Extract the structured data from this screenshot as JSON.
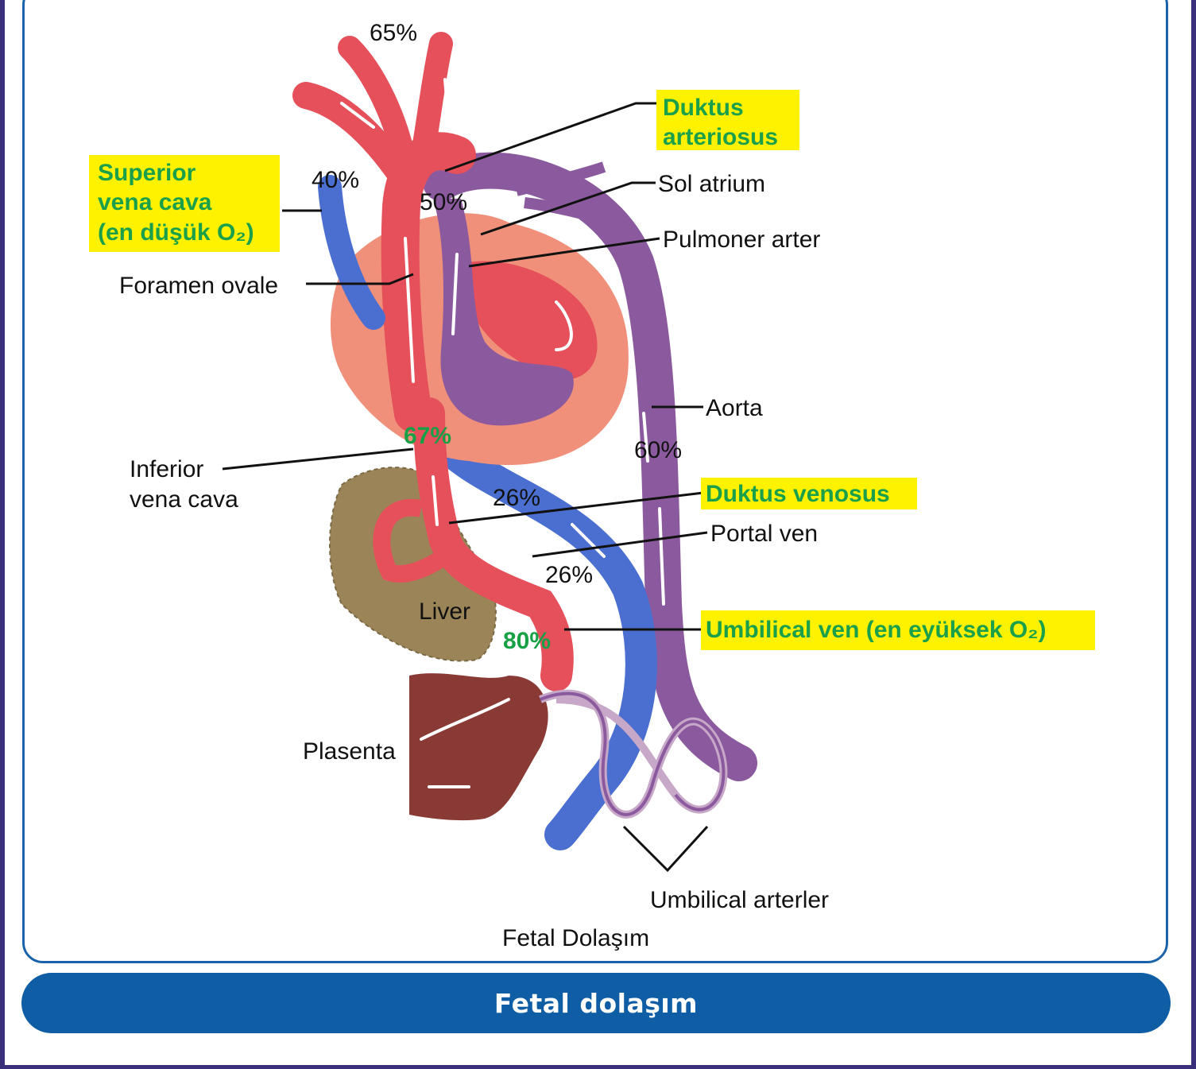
{
  "caption": "Fetal dolaşım",
  "diagram_title": "Fetal Dolaşım",
  "labels": {
    "superior_vena_cava": [
      "Superior",
      "vena cava",
      "(en düşük O₂)"
    ],
    "duktus_arteriosus": [
      "Duktus",
      "arteriosus"
    ],
    "sol_atrium": "Sol atrium",
    "pulmoner_arter": "Pulmoner arter",
    "foramen_ovale": "Foramen ovale",
    "aorta": "Aorta",
    "inferior_vena_cava": [
      "Inferior",
      "vena cava"
    ],
    "duktus_venosus": "Duktus venosus",
    "portal_ven": "Portal ven",
    "liver": "Liver",
    "umbilical_ven": "Umbilical ven (en eyüksek O₂)",
    "plasenta": "Plasenta",
    "umbilical_arterler": "Umbilical arterler"
  },
  "percentages": {
    "top": "65%",
    "svc": "40%",
    "pulmonary": "50%",
    "ivc": "67%",
    "aorta": "60%",
    "ductus_venosus": "26%",
    "portal": "26%",
    "umbilical": "80%"
  },
  "colors": {
    "oxygenated": "#e5505a",
    "deoxygenated": "#4a6fd0",
    "mixed": "#8b5a9e",
    "heart": "#f0907a",
    "liver": "#9b8558",
    "placenta": "#8a3a35",
    "highlight": "#fff200",
    "highlight_text": "#1aa04a",
    "caption_bar": "#0f5ea5"
  }
}
